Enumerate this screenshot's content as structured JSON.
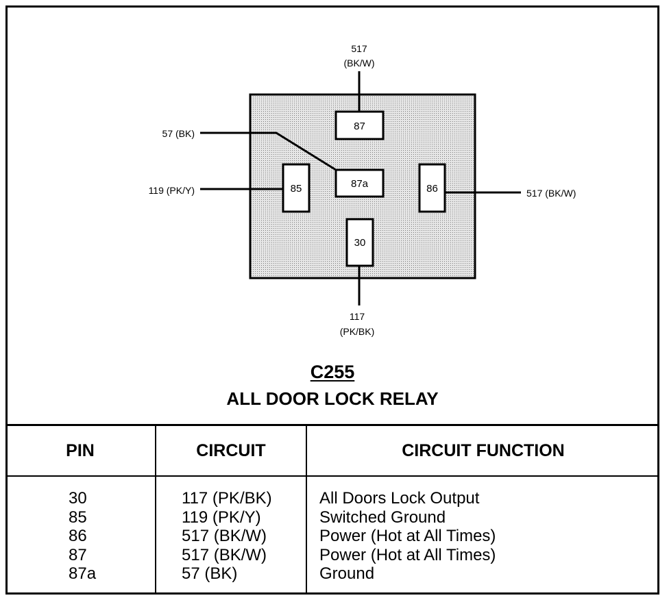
{
  "relay": {
    "pins": {
      "p87": "87",
      "p87a": "87a",
      "p85": "85",
      "p86": "86",
      "p30": "30"
    },
    "wires": {
      "top_num": "517",
      "top_color": "(BK/W)",
      "left_upper": "57 (BK)",
      "left_lower": "119 (PK/Y)",
      "right": "517 (BK/W)",
      "bottom_num": "117",
      "bottom_color": "(PK/BK)"
    }
  },
  "connector": {
    "id": "C255",
    "name": "ALL DOOR LOCK RELAY"
  },
  "table": {
    "headers": [
      "PIN",
      "CIRCUIT",
      "CIRCUIT FUNCTION"
    ],
    "rows": [
      [
        "30",
        "117 (PK/BK)",
        "All Doors Lock Output"
      ],
      [
        "85",
        "119 (PK/Y)",
        "Switched Ground"
      ],
      [
        "86",
        "517 (BK/W)",
        "Power (Hot at All Times)"
      ],
      [
        "87",
        "517 (BK/W)",
        "Power (Hot at All Times)"
      ],
      [
        "87a",
        "57 (BK)",
        "Ground"
      ]
    ]
  }
}
